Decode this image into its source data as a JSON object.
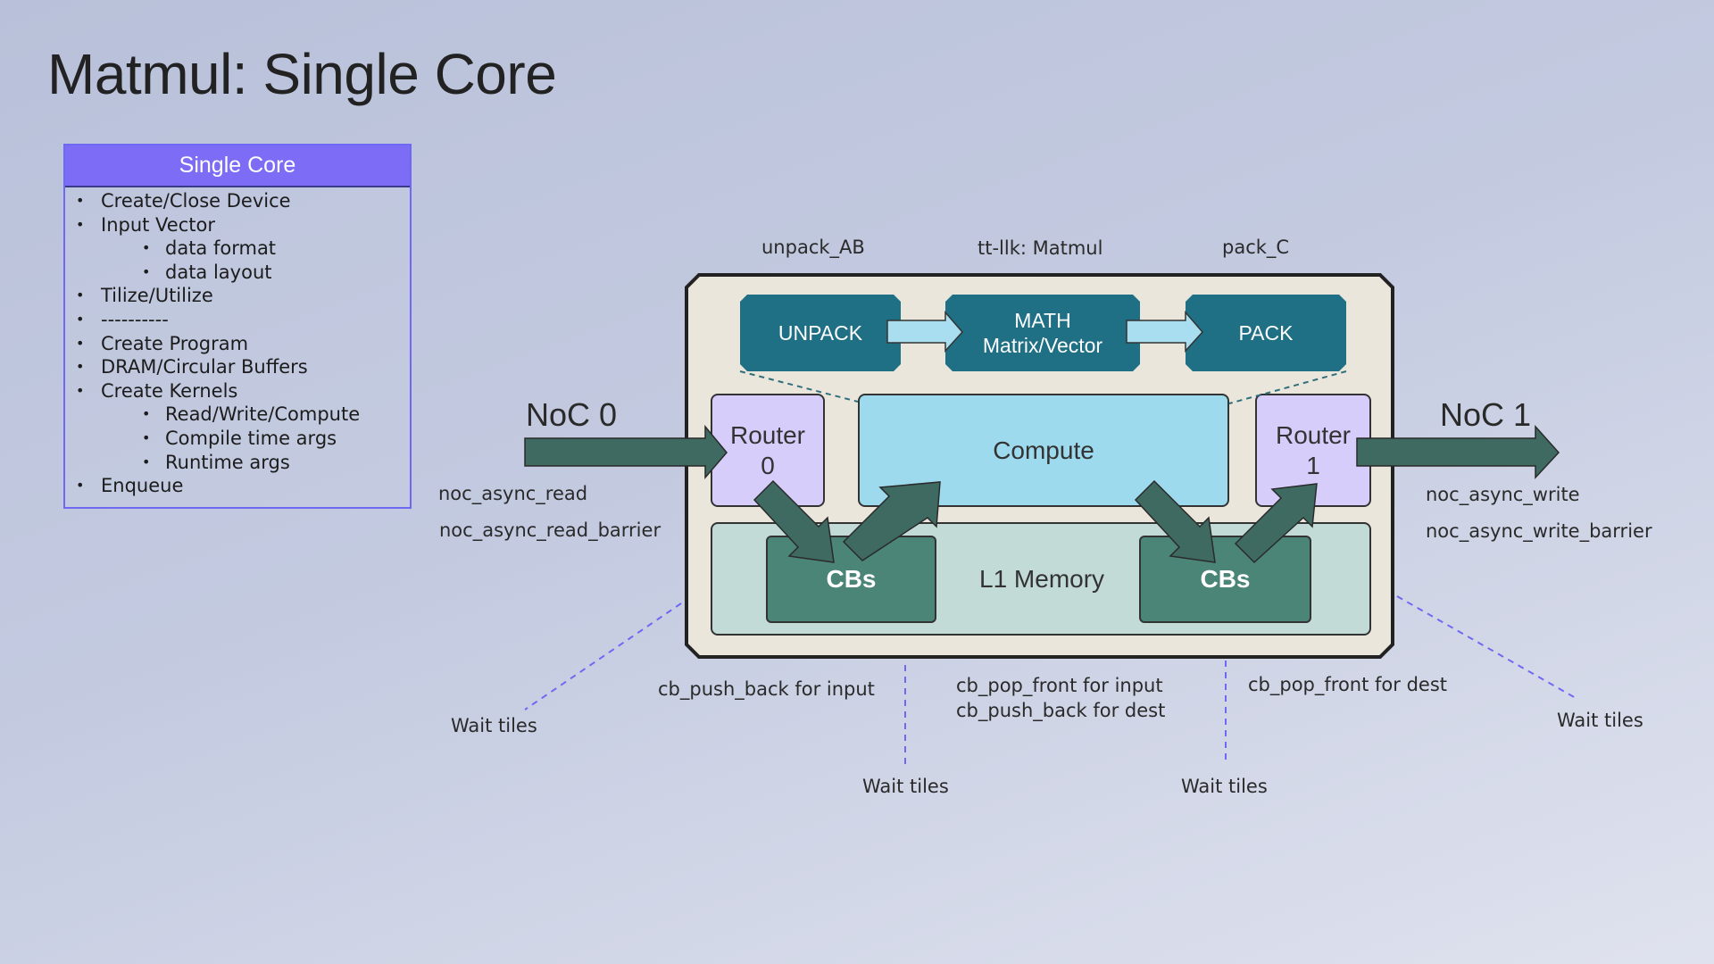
{
  "title": "Matmul: Single Core",
  "panel": {
    "header": "Single Core",
    "items": [
      {
        "text": "Create/Close Device",
        "level": 0
      },
      {
        "text": "Input Vector",
        "level": 0
      },
      {
        "text": "data format",
        "level": 1
      },
      {
        "text": "data layout",
        "level": 1
      },
      {
        "text": "Tilize/Utilize",
        "level": 0
      },
      {
        "text": "----------",
        "level": 0
      },
      {
        "text": "Create Program",
        "level": 0
      },
      {
        "text": "DRAM/Circular Buffers",
        "level": 0
      },
      {
        "text": "Create Kernels",
        "level": 0
      },
      {
        "text": "Read/Write/Compute",
        "level": 1
      },
      {
        "text": "Compile time args",
        "level": 1
      },
      {
        "text": "Runtime args",
        "level": 1
      },
      {
        "text": "Enqueue",
        "level": 0
      }
    ]
  },
  "diagram": {
    "top_labels": {
      "unpack": "unpack_AB",
      "math": "tt-llk: Matmul",
      "pack": "pack_C"
    },
    "stages": {
      "unpack": "UNPACK",
      "math_line1": "MATH",
      "math_line2": "Matrix/Vector",
      "pack": "PACK"
    },
    "router0": {
      "line1": "Router",
      "line2": "0"
    },
    "router1": {
      "line1": "Router",
      "line2": "1"
    },
    "compute": "Compute",
    "l1_memory": "L1 Memory",
    "cb_left": "CBs",
    "cb_right": "CBs",
    "noc0": "NoC 0",
    "noc1": "NoC 1",
    "noc_read": "noc_async_read",
    "noc_read_barrier": "noc_async_read_barrier",
    "noc_write": "noc_async_write",
    "noc_write_barrier": "noc_async_write_barrier",
    "cb_push_input": "cb_push_back for input",
    "cb_pop_input": "cb_pop_front for input",
    "cb_push_dest": "cb_push_back for dest",
    "cb_pop_dest": "cb_pop_front for dest",
    "wait_tiles": [
      "Wait tiles",
      "Wait tiles",
      "Wait tiles",
      "Wait tiles"
    ]
  },
  "colors": {
    "accent": "#7c6cf6",
    "stage": "#1f6f85",
    "router": "#d6cdfb",
    "compute": "#9ddaee",
    "l1": "#c2dbd6",
    "cb": "#4b8578",
    "arrow": "#3f6a62",
    "dashed": "#6f68f2"
  }
}
